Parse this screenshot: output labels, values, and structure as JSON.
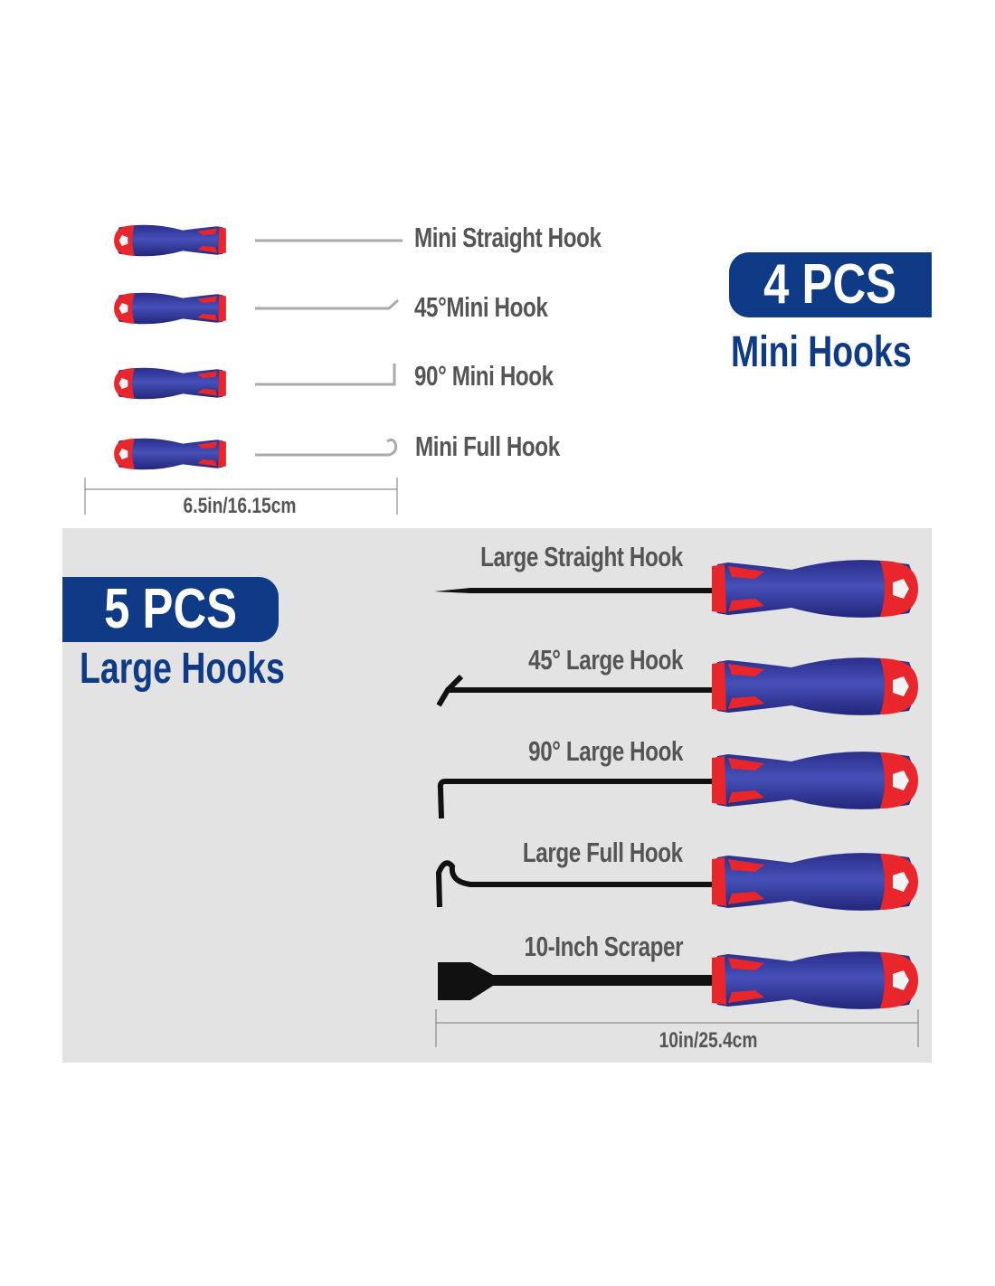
{
  "mini_set": {
    "count_badge": "4 PCS",
    "title": "Mini Hooks",
    "items": [
      {
        "label": "Mini Straight Hook"
      },
      {
        "label": "45°Mini Hook"
      },
      {
        "label": "90° Mini Hook"
      },
      {
        "label": "Mini Full Hook"
      }
    ],
    "length": "6.5in/16.15cm"
  },
  "large_set": {
    "count_badge": "5 PCS",
    "title": "Large Hooks",
    "items": [
      {
        "label": "Large Straight Hook"
      },
      {
        "label": "45° Large Hook"
      },
      {
        "label": "90° Large Hook"
      },
      {
        "label": "Large Full Hook"
      },
      {
        "label": "10-Inch Scraper"
      }
    ],
    "length": "10in/25.4cm"
  },
  "colors": {
    "brand_blue": "#0f3a85",
    "handle_blue": "#3a3fa0",
    "handle_red": "#e8262b",
    "panel": "#e3e3e3"
  }
}
